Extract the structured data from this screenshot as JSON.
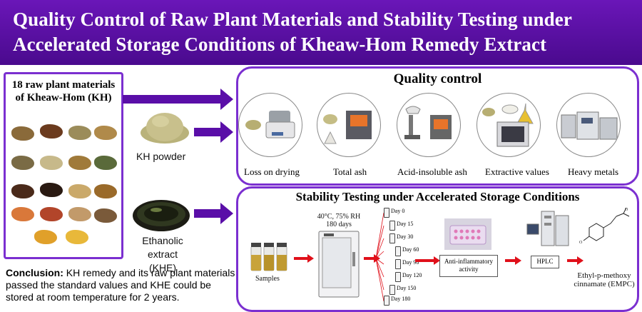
{
  "banner": {
    "title_line1": "Quality Control of Raw Plant Materials and Stability Testing under",
    "title_line2": "Accelerated Storage Conditions of Kheaw-Hom Remedy Extract"
  },
  "raw_materials": {
    "title_line1": "18 raw plant materials",
    "title_line2": "of Kheaw-Hom (KH)"
  },
  "powder": {
    "label": "KH powder"
  },
  "extract": {
    "label_line1": "Ethanolic extract",
    "label_line2": "(KHE)"
  },
  "quality_control": {
    "title": "Quality control",
    "tests": [
      "Loss on drying",
      "Total ash",
      "Acid-insoluble ash",
      "Extractive values",
      "Heavy metals"
    ]
  },
  "stability": {
    "title": "Stability Testing under Accelerated Storage Conditions",
    "samples_label": "Samples",
    "conditions_line1": "40°C, 75% RH",
    "conditions_line2": "180 days",
    "days": [
      "Day 0",
      "Day 15",
      "Day 30",
      "Day 60",
      "Day 90",
      "Day 120",
      "Day 150",
      "Day 180"
    ],
    "assay_line1": "Anti-inflammatory",
    "assay_line2": "activity",
    "hplc_label": "HPLC",
    "compound_line1": "Ethyl-p-methoxy",
    "compound_line2": "cinnamate (EMPC)"
  },
  "conclusion": {
    "heading": "Conclusion:",
    "text": " KH remedy and its raw plant materials passed the standard values  and KHE could be stored at room temperature for 2 years."
  },
  "colors": {
    "accent": "#6a16b8",
    "border": "#7b2fd0",
    "arrow": "#5a0ea8",
    "red_arrow": "#e0101a"
  }
}
